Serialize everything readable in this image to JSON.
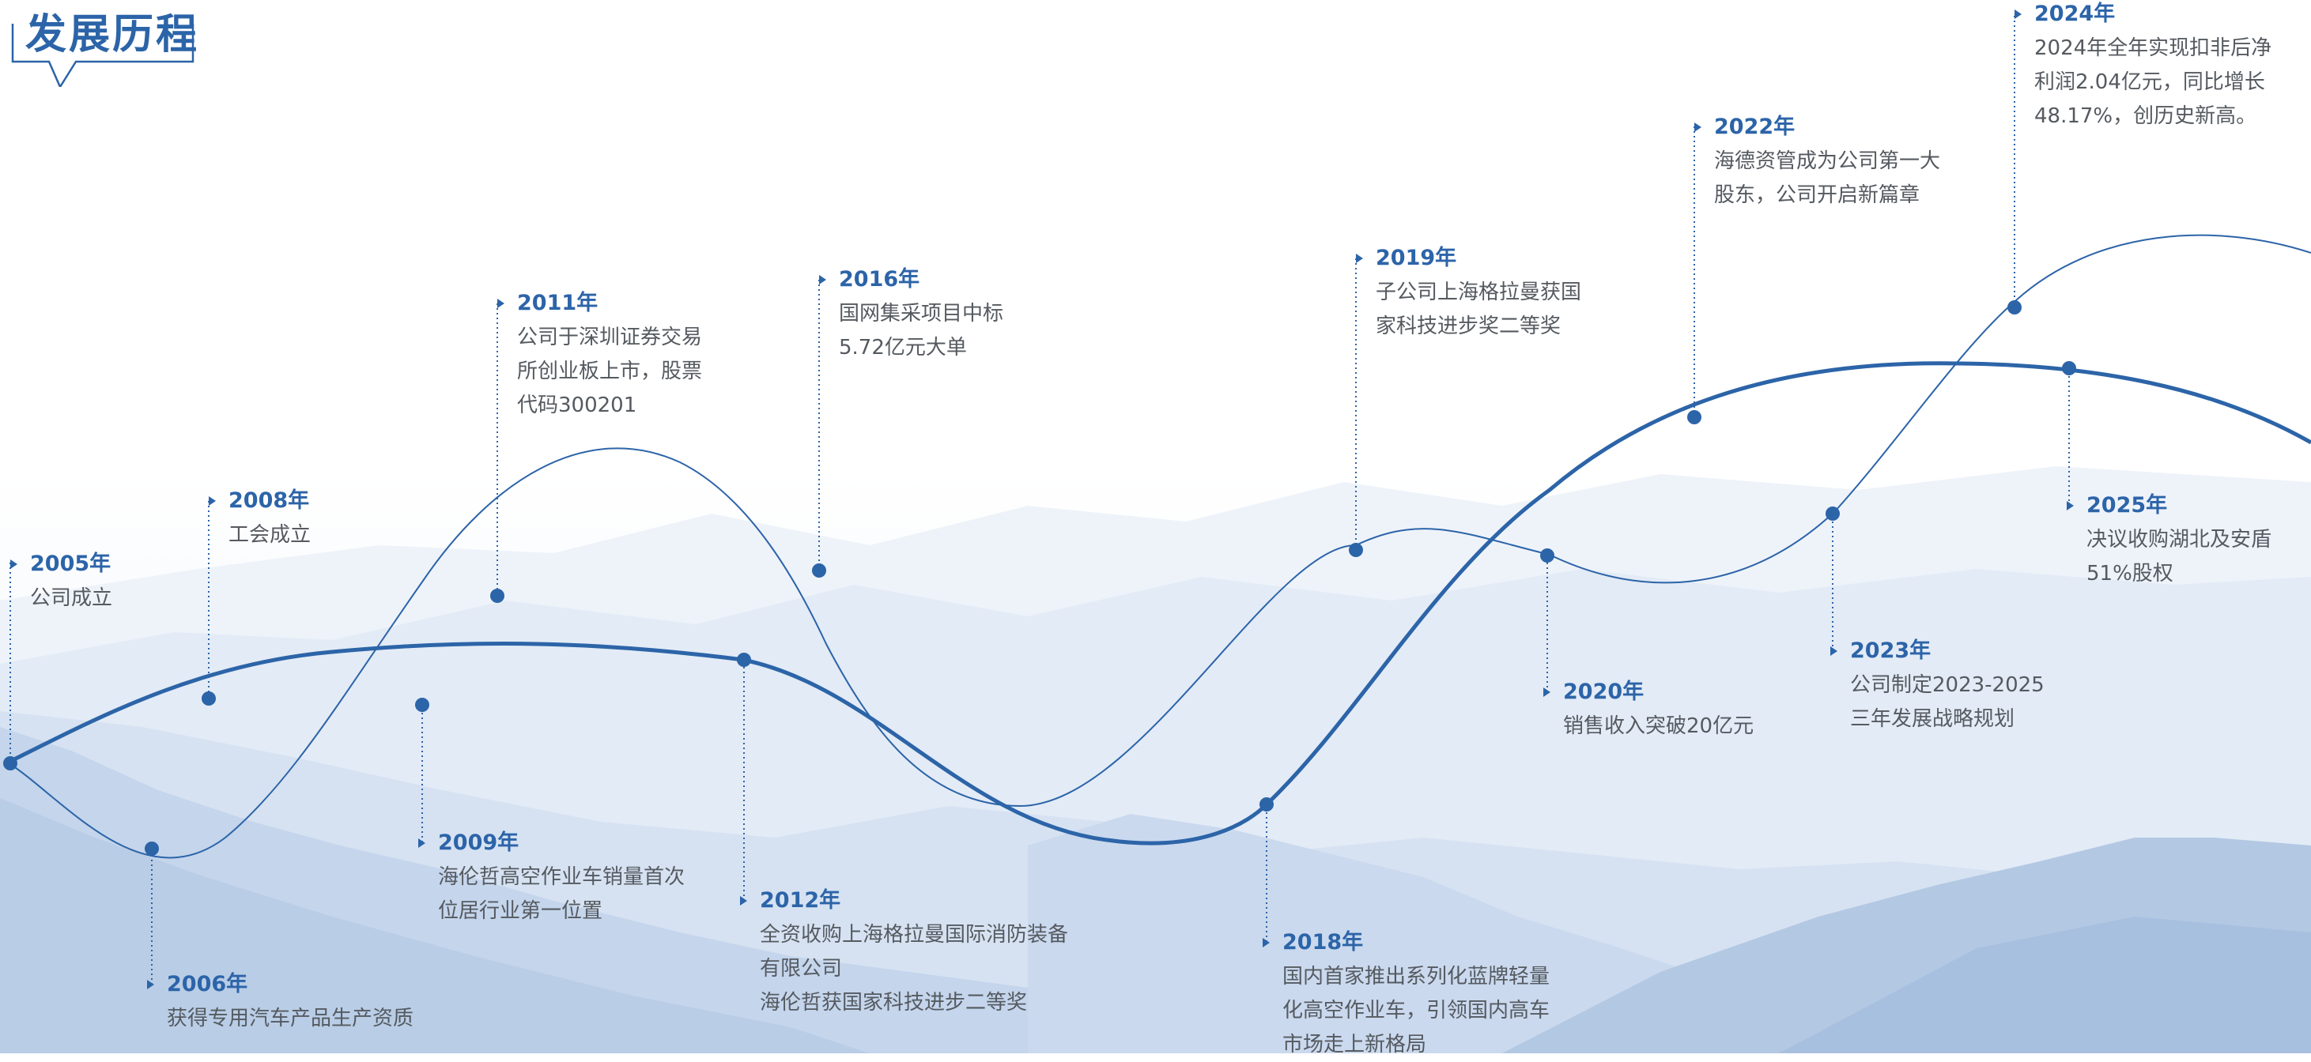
{
  "title": "发展历程",
  "colors": {
    "accent": "#2c64a8",
    "text": "#555a60",
    "mountain": "#b9cde6"
  },
  "milestones": [
    {
      "year": "2005年",
      "lines": [
        "公司成立"
      ]
    },
    {
      "year": "2006年",
      "lines": [
        "获得专用汽车产品生产资质"
      ]
    },
    {
      "year": "2008年",
      "lines": [
        "工会成立"
      ]
    },
    {
      "year": "2009年",
      "lines": [
        "海伦哲高空作业车销量首次",
        "位居行业第一位置"
      ]
    },
    {
      "year": "2011年",
      "lines": [
        "公司于深圳证券交易",
        "所创业板上市，股票",
        "代码300201"
      ]
    },
    {
      "year": "2012年",
      "lines": [
        "全资收购上海格拉曼国际消防装备",
        "有限公司",
        "海伦哲获国家科技进步二等奖"
      ]
    },
    {
      "year": "2016年",
      "lines": [
        "国网集采项目中标",
        "5.72亿元大单"
      ]
    },
    {
      "year": "2018年",
      "lines": [
        "国内首家推出系列化蓝牌轻量",
        "化高空作业车，引领国内高车",
        "市场走上新格局"
      ]
    },
    {
      "year": "2019年",
      "lines": [
        "子公司上海格拉曼获国",
        "家科技进步奖二等奖"
      ]
    },
    {
      "year": "2020年",
      "lines": [
        "销售收入突破20亿元"
      ]
    },
    {
      "year": "2022年",
      "lines": [
        "海德资管成为公司第一大",
        "股东，公司开启新篇章"
      ]
    },
    {
      "year": "2023年",
      "lines": [
        "公司制定2023-2025",
        "三年发展战略规划"
      ]
    },
    {
      "year": "2024年",
      "lines": [
        "2024年全年实现扣非后净",
        "利润2.04亿元，同比增长",
        "48.17%，创历史新高。"
      ]
    },
    {
      "year": "2025年",
      "lines": [
        "决议收购湖北及安盾",
        "51%股权"
      ]
    }
  ]
}
